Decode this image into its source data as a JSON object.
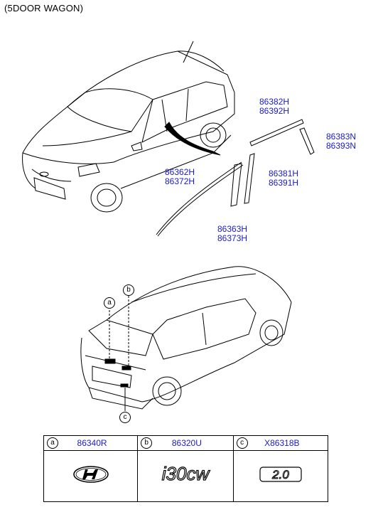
{
  "header": {
    "title": "(5DOOR WAGON)"
  },
  "parts": [
    {
      "id": "p1",
      "codes": [
        "86382H",
        "86392H"
      ]
    },
    {
      "id": "p2",
      "codes": [
        "86383N",
        "86393N"
      ]
    },
    {
      "id": "p3",
      "codes": [
        "86362H",
        "86372H"
      ]
    },
    {
      "id": "p4",
      "codes": [
        "86381H",
        "86391H"
      ]
    },
    {
      "id": "p5",
      "codes": [
        "86363H",
        "86373H"
      ]
    }
  ],
  "callouts": {
    "a": "a",
    "b": "b",
    "c": "c"
  },
  "legend": [
    {
      "letter": "a",
      "code": "86340R",
      "emblem": "hyundai-logo"
    },
    {
      "letter": "b",
      "code": "86320U",
      "emblem_text": "i30cw"
    },
    {
      "letter": "c",
      "code": "X86318B",
      "emblem_text": "2.0"
    }
  ]
}
